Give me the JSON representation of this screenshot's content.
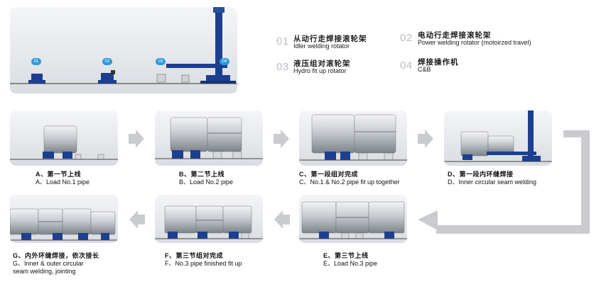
{
  "legend": [
    {
      "num": "01",
      "cn": "从动行走焊接滚轮架",
      "en": "Idler welding rotator"
    },
    {
      "num": "02",
      "cn": "电动行走焊接滚轮架",
      "en": "Power welding rotator (motoirzed travel)"
    },
    {
      "num": "03",
      "cn": "液压组对滚轮架",
      "en": "Hydro fit up rotator"
    },
    {
      "num": "04",
      "cn": "焊接操作机",
      "en": "C&B"
    }
  ],
  "markers": [
    "01",
    "02",
    "03",
    "04"
  ],
  "steps": [
    {
      "cn": "A、第一节上线",
      "en": "A、Load No.1 pipe"
    },
    {
      "cn": "B、第二节上线",
      "en": "B、Load No.2 pipe"
    },
    {
      "cn": "C、第一段组对完成",
      "en": "C、No.1 & No.2 pipe fit up together"
    },
    {
      "cn": "D、第一段内环缝焊接",
      "en": "D、Inner circular seam welding"
    },
    {
      "cn": "E、第三节上线",
      "en": "E、Load No.3 pipe"
    },
    {
      "cn": "F、第三节组对完成",
      "en": "F、No.3 pipe finished fit up"
    },
    {
      "cn": "G、内外环缝焊接，依次接长",
      "en": "G、Inner & outer circular seam welding, jointing"
    }
  ],
  "colors": {
    "blue": "#1c3f8f",
    "arrow": "#c9cbcf",
    "pipe_light": "#eceef0",
    "pipe_dark": "#8e9399"
  }
}
